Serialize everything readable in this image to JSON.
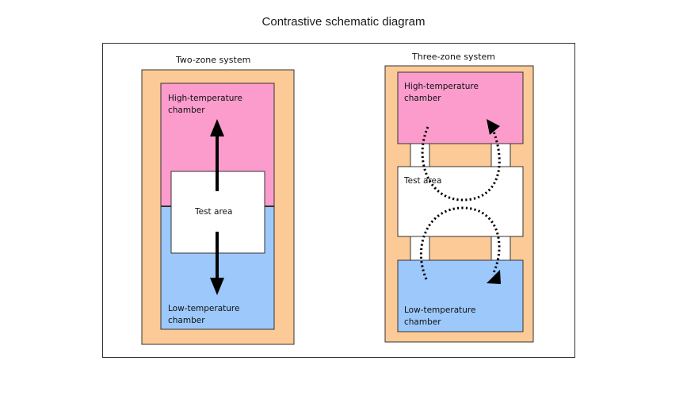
{
  "title": "Contrastive schematic diagram",
  "colors": {
    "outer": "#fcca96",
    "high": "#fb9ccd",
    "low": "#9cc8fb",
    "test": "#ffffff",
    "arrow": "#000000",
    "border": "#333333"
  },
  "two_zone": {
    "caption": "Two-zone system",
    "high_label": "High-temperature\nchamber",
    "test_label": "Test area",
    "low_label": "Low-temperature\nchamber"
  },
  "three_zone": {
    "caption": "Three-zone system",
    "high_label": "High-temperature\nchamber",
    "test_label": "Test area",
    "low_label": "Low-temperature\nchamber"
  }
}
